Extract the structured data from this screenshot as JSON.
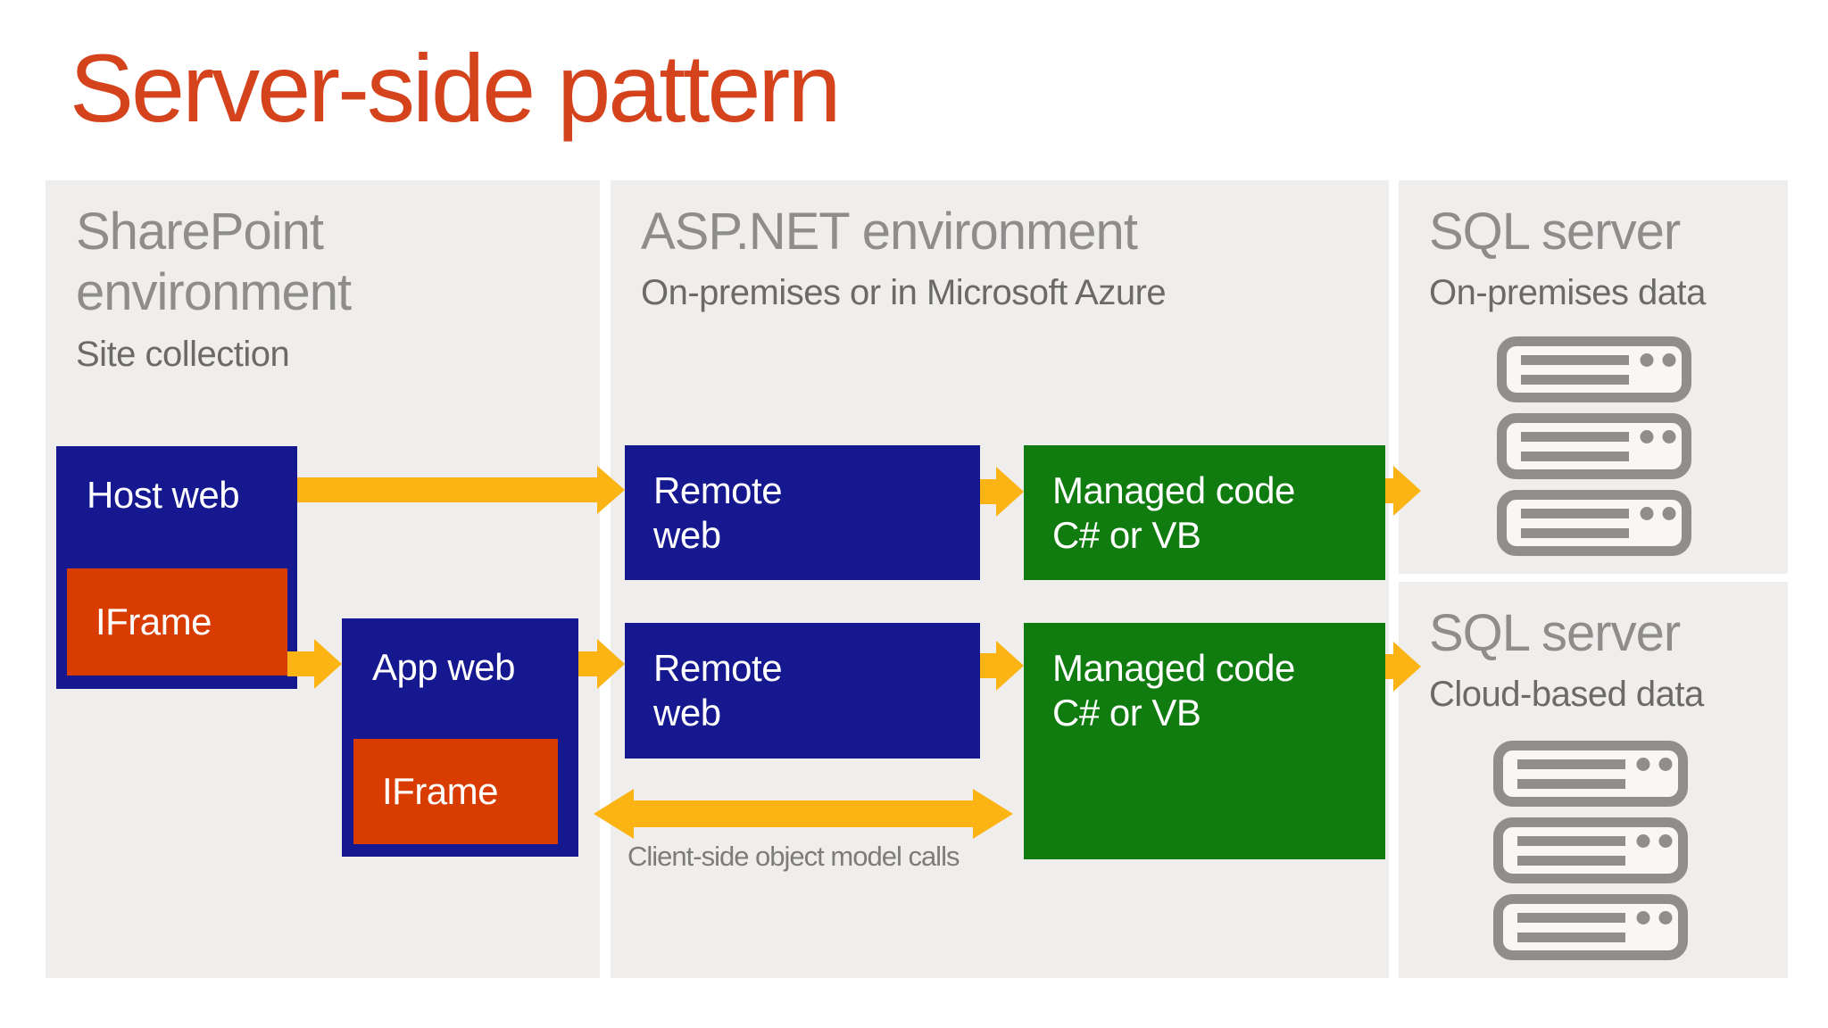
{
  "slide": {
    "title": "Server-side pattern"
  },
  "colors": {
    "title-orange": "#D5431D",
    "box-blue": "#15188E",
    "box-orange": "#D83C00",
    "box-green": "#107C10",
    "arrow-yellow": "#FBB414",
    "panel-bg": "#EFEEED",
    "heading-gray": "#8E8D8C",
    "subheading-gray": "#6B6A68",
    "caption-gray": "#7D7C7A",
    "server-gray": "#8F8E8D",
    "server-fill": "#F8F7F6",
    "label-white": "#FFFFFF"
  },
  "panels": {
    "sharepoint": {
      "heading": "SharePoint environment",
      "subheading": "Site collection"
    },
    "aspnet": {
      "heading": "ASP.NET environment",
      "subheading": "On-premises or in Microsoft Azure"
    },
    "sql_onprem": {
      "heading": "SQL server",
      "subheading": "On-premises data"
    },
    "sql_cloud": {
      "heading": "SQL server",
      "subheading": "Cloud-based data"
    }
  },
  "boxes": {
    "host_web": {
      "label": "Host web"
    },
    "host_iframe": {
      "label": "IFrame"
    },
    "app_web": {
      "label": "App web"
    },
    "app_iframe": {
      "label": "IFrame"
    },
    "remote_web_top": {
      "label": "Remote\nweb"
    },
    "remote_web_bottom": {
      "label": "Remote\nweb"
    },
    "managed_code_top": {
      "label": "Managed code\nC# or VB"
    },
    "managed_code_bottom": {
      "label": "Managed code\nC# or VB"
    }
  },
  "caption": "Client-side object model calls",
  "icons": {
    "sql_onprem_servers": "server-stack-icon",
    "sql_cloud_servers": "server-stack-icon"
  }
}
